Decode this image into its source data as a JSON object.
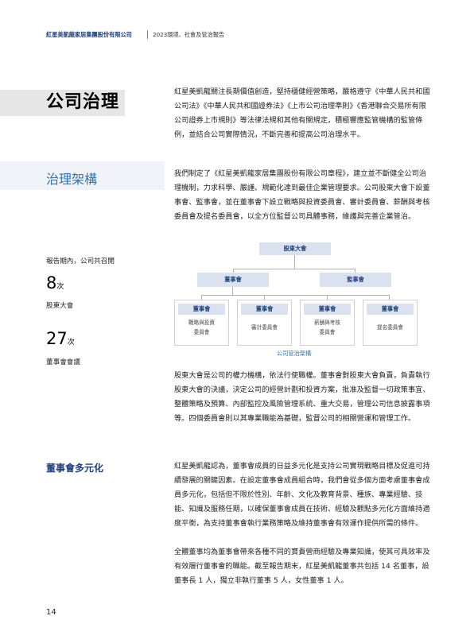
{
  "header": {
    "company": "紅星美凱龍家居集團股份有限公司",
    "report": "2023環境、社會及管治報告"
  },
  "title": "公司治理",
  "intro": "紅星美凱龍關注長期價值創造，堅持穩健經營策略，嚴格遵守《中華人民共和國公司法》《中華人民共和國證券法》《上市公司治理準則》《香港聯合交易所有限公司證券上市規則》等法律法規和其他有關規定，積極響應監管機構的監管條例，並結合公司實際情況，不斷完善和提高公司治理水平。",
  "governance": {
    "section_title": "治理架構",
    "para1": "我們制定了《紅星美凱龍家居集團股份有限公司章程》，建立並不斷健全公司治理機制，力求科學、嚴謹、規範化達到最佳企業管理要求。公司股東大會下設董事會、監事會，並在董事會下設立戰略與投資委員會、審計委員會、薪酬與考核委員會及提名委員會，以全方位監督公司具體事務，維護與完善企業管治。",
    "para2": "股東大會是公司的權力機構，依法行使職權。董事會對股東大會負責，負責執行股東大會的決議，決定公司的經營計劃和投資方案，批准及監督一切政策事宜、整體策略及預算、內部監控及風險管理系統、重大交易，管理公司信息披露事項等。四個委員會則以其專業職能為基礎，監督公司的相關營運和管理工作。"
  },
  "stats": {
    "lead": "報告期內，公司共召開",
    "shareholder_count": "8",
    "shareholder_unit": "次",
    "shareholder_label": "股東大會",
    "board_count": "27",
    "board_unit": "次",
    "board_label": "董事會會議"
  },
  "org_chart": {
    "top": "股東大會",
    "board": "董事會",
    "supervisory": "監事會",
    "committees": [
      {
        "head": "董事會",
        "name": "戰略與投資\n委員會"
      },
      {
        "head": "董事會",
        "name": "審計委員會"
      },
      {
        "head": "董事會",
        "name": "薪酬與考核\n委員會"
      },
      {
        "head": "董事會",
        "name": "提名委員會"
      }
    ],
    "caption": "公司管治架構"
  },
  "diversity": {
    "section_title": "董事會多元化",
    "para1": "紅星美凱龍認為，董事會成員的日益多元化是支持公司實現戰略目標及促進可持續發展的關鍵因素。在設定董事會成員組合時，我們會從多個方面考慮董事會成員多元化，包括但不限於性別、年齡、文化及教育背景、種族、專業經驗、技能、知識及服務任期，以確保董事會成員在技術、經驗及觀點多元化方面維持適度平衡，為支持董事會執行業務策略及維持董事會有效運作提供所需的條件。",
    "para2": "全體董事均為董事會帶來各種不同的寶貴營商經驗及專業知識，使其可具效率及有效履行董事會的職能。截至報告期末，紅星美凱龍董事共包括 14 名董事，設董事長 1 人，獨立非執行董事 5 人，女性董事 1 人。"
  },
  "page_number": "14"
}
